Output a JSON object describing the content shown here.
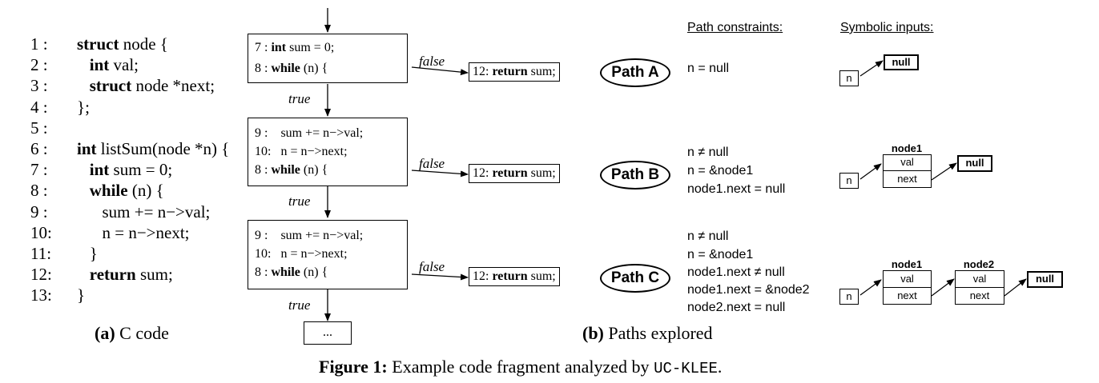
{
  "code": {
    "lines": [
      {
        "num": "1 :",
        "parts": [
          {
            "t": "struct",
            "b": true
          },
          {
            "t": " node {",
            "b": false
          }
        ]
      },
      {
        "num": "2 :",
        "parts": [
          {
            "t": "   int",
            "b": true
          },
          {
            "t": " val;",
            "b": false
          }
        ]
      },
      {
        "num": "3 :",
        "parts": [
          {
            "t": "   struct",
            "b": true
          },
          {
            "t": " node *next;",
            "b": false
          }
        ]
      },
      {
        "num": "4 :",
        "parts": [
          {
            "t": "};",
            "b": false
          }
        ]
      },
      {
        "num": "5 :",
        "parts": [
          {
            "t": "",
            "b": false
          }
        ]
      },
      {
        "num": "6 :",
        "parts": [
          {
            "t": "int",
            "b": true
          },
          {
            "t": " listSum(node *n) {",
            "b": false
          }
        ]
      },
      {
        "num": "7 :",
        "parts": [
          {
            "t": "   int",
            "b": true
          },
          {
            "t": " sum = 0;",
            "b": false
          }
        ]
      },
      {
        "num": "8 :",
        "parts": [
          {
            "t": "   while",
            "b": true
          },
          {
            "t": " (n) {",
            "b": false
          }
        ]
      },
      {
        "num": "9 :",
        "parts": [
          {
            "t": "      sum += n−>val;",
            "b": false
          }
        ]
      },
      {
        "num": "10:",
        "parts": [
          {
            "t": "      n = n−>next;",
            "b": false
          }
        ]
      },
      {
        "num": "11:",
        "parts": [
          {
            "t": "   }",
            "b": false
          }
        ]
      },
      {
        "num": "12:",
        "parts": [
          {
            "t": "   return",
            "b": true
          },
          {
            "t": " sum;",
            "b": false
          }
        ]
      },
      {
        "num": "13:",
        "parts": [
          {
            "t": "}",
            "b": false
          }
        ]
      }
    ],
    "caption_bold": "(a)",
    "caption_rest": " C code"
  },
  "flow": {
    "block1": {
      "l1_num": "7 : ",
      "l1_kw": "int",
      "l1_rest": " sum = 0;",
      "l2_num": "8 : ",
      "l2_kw": "while",
      "l2_rest": " (n) {"
    },
    "loop": {
      "l1": "9 :    sum += n−>val;",
      "l2": "10:   n = n−>next;",
      "l3_num": "8 : ",
      "l3_kw": "while",
      "l3_rest": " (n) {"
    },
    "return_num": "12: ",
    "return_kw": "return",
    "return_rest": " sum;",
    "true_label": "true",
    "false_label": "false",
    "ellipsis": "..."
  },
  "paths": {
    "header_constraints": "Path constraints:",
    "header_inputs": "Symbolic inputs:",
    "A": {
      "label": "Path A",
      "constraints": [
        "n = null"
      ]
    },
    "B": {
      "label": "Path B",
      "constraints": [
        "n ≠ null",
        "n = &node1",
        "node1.next = null"
      ]
    },
    "C": {
      "label": "Path C",
      "constraints": [
        "n ≠ null",
        "n = &node1",
        "node1.next ≠ null",
        "node1.next = &node2",
        "node2.next = null"
      ]
    },
    "caption_bold": "(b)",
    "caption_rest": " Paths explored"
  },
  "heap": {
    "n": "n",
    "null": "null",
    "val": "val",
    "next": "next",
    "node1": "node1",
    "node2": "node2"
  },
  "figure": {
    "caption_bold": "Figure 1:",
    "caption_rest": " Example code fragment analyzed by ",
    "caption_tool": "UC-KLEE",
    "caption_end": "."
  }
}
